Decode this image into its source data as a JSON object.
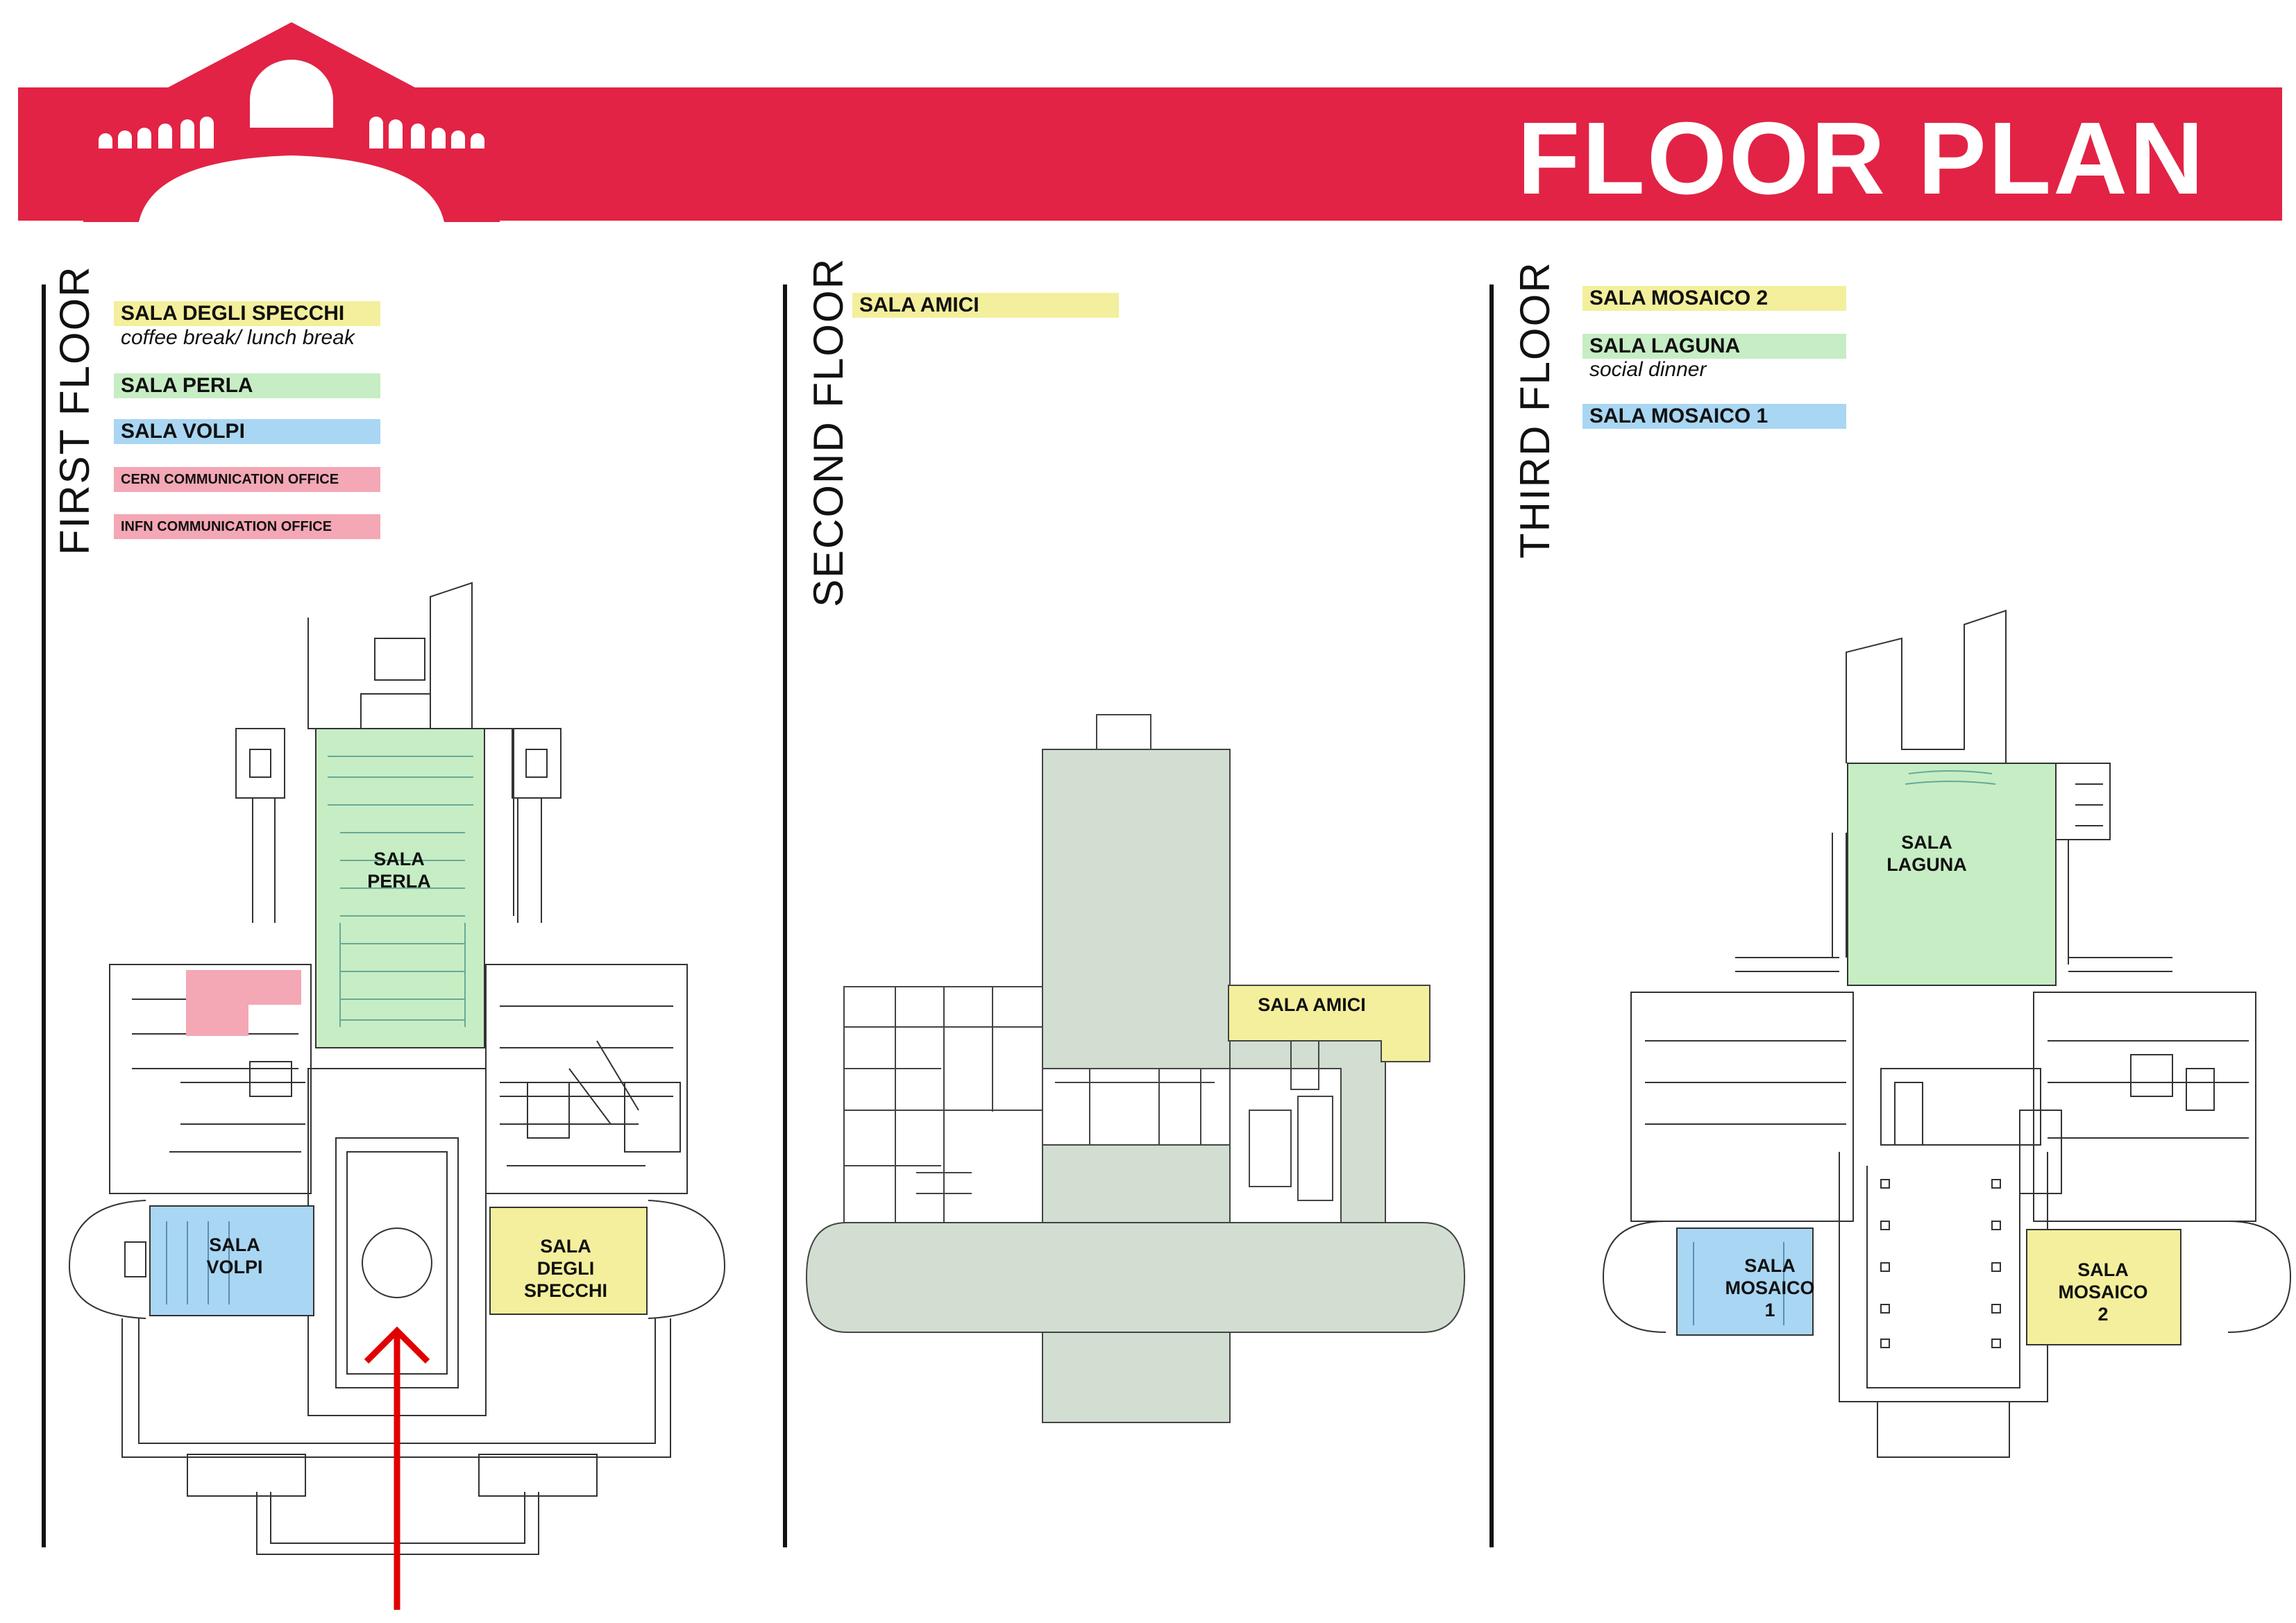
{
  "header": {
    "title": "FLOOR PLAN",
    "logo_icon": "rialto-bridge-icon",
    "accent_color": "#e22345"
  },
  "floors": [
    {
      "label": "FIRST FLOOR",
      "legend": [
        {
          "label": "SALA DEGLI SPECCHI",
          "note": "coffee break/ lunch break",
          "color": "#f4ef9c"
        },
        {
          "label": "SALA PERLA",
          "color": "#c7edc4"
        },
        {
          "label": "SALA VOLPI",
          "color": "#a9d6f3"
        },
        {
          "label": "CERN COMMUNICATION OFFICE",
          "color": "#f4a7b5"
        },
        {
          "label": "INFN COMMUNICATION OFFICE",
          "color": "#f4a7b5"
        }
      ],
      "rooms": [
        {
          "lines": [
            "SALA",
            "PERLA"
          ]
        },
        {
          "lines": [
            "SALA",
            "VOLPI"
          ]
        },
        {
          "lines": [
            "SALA",
            "DEGLI",
            "SPECCHI"
          ]
        }
      ],
      "entrance_icon": "entrance-arrow-icon"
    },
    {
      "label": "SECOND FLOOR",
      "legend": [
        {
          "label": "SALA AMICI",
          "color": "#f4ef9c"
        }
      ],
      "rooms": [
        {
          "lines": [
            "SALA AMICI"
          ]
        }
      ]
    },
    {
      "label": "THIRD FLOOR",
      "legend": [
        {
          "label": "SALA MOSAICO 2",
          "color": "#f4ef9c"
        },
        {
          "label": "SALA LAGUNA",
          "note": "social dinner",
          "color": "#c7edc4"
        },
        {
          "label": "SALA MOSAICO 1",
          "color": "#a9d6f3"
        }
      ],
      "rooms": [
        {
          "lines": [
            "SALA",
            "LAGUNA"
          ]
        },
        {
          "lines": [
            "SALA",
            "MOSAICO",
            "1"
          ]
        },
        {
          "lines": [
            "SALA",
            "MOSAICO",
            "2"
          ]
        }
      ]
    }
  ]
}
